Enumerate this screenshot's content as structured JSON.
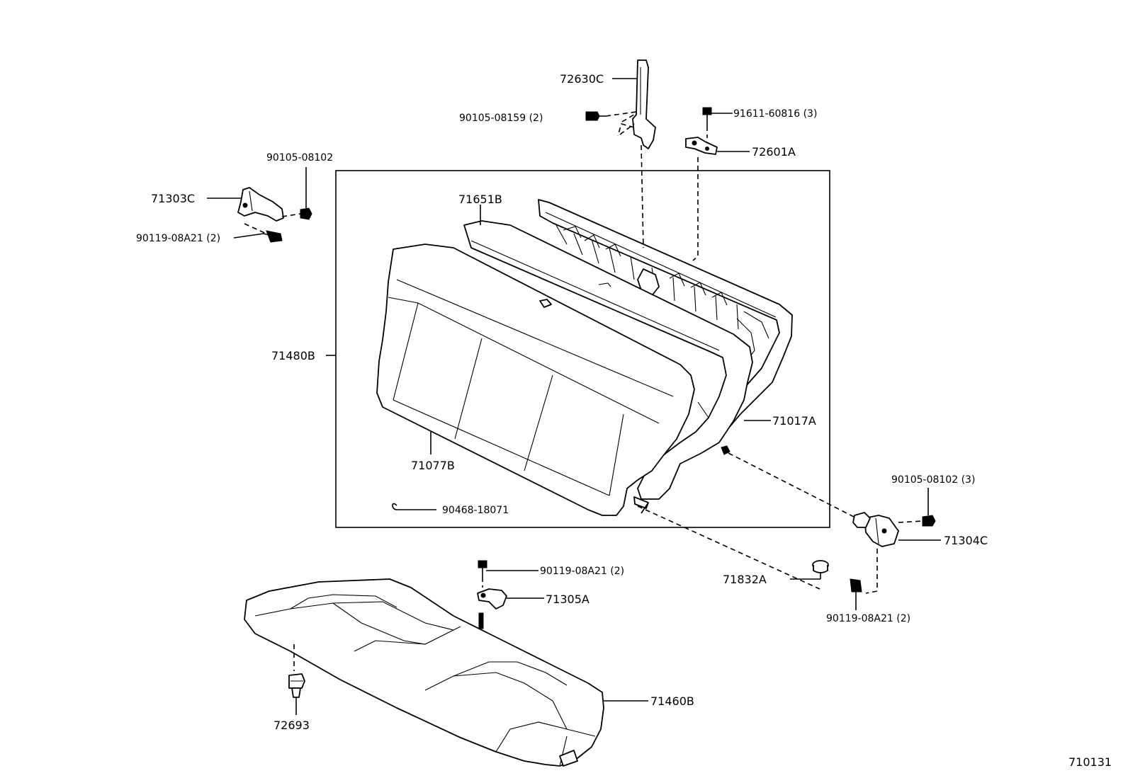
{
  "diagram_id": "710131",
  "labels": {
    "p72630C": "72630C",
    "p90105_08159": "90105-08159 (2)",
    "p91611_60816": "91611-60816 (3)",
    "p72601A": "72601A",
    "p90105_08102_top": "90105-08102",
    "p71303C": "71303C",
    "p90119_08A21_left": "90119-08A21 (2)",
    "p71651B": "71651B",
    "p71480B": "71480B",
    "p71017A": "71017A",
    "p71077B": "71077B",
    "p90468_18071": "90468-18071",
    "p90105_08102_right": "90105-08102 (3)",
    "p71304C": "71304C",
    "p90119_08A21_mid": "90119-08A21 (2)",
    "p71305A": "71305A",
    "p71832A": "71832A",
    "p90119_08A21_right": "90119-08A21 (2)",
    "p71460B": "71460B",
    "p72693": "72693"
  }
}
